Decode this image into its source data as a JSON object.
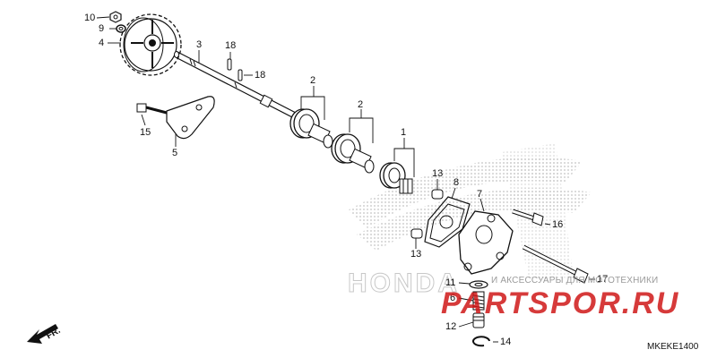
{
  "callouts": {
    "c1": "1",
    "c2a": "2",
    "c2b": "2",
    "c3": "3",
    "c4": "4",
    "c5": "5",
    "c6": "6",
    "c7": "7",
    "c8": "8",
    "c9": "9",
    "c10": "10",
    "c11": "11",
    "c12": "12",
    "c13a": "13",
    "c13b": "13",
    "c14": "14",
    "c15": "15",
    "c16": "16",
    "c17": "17",
    "c18a": "18",
    "c18b": "18"
  },
  "diagram_code": "MKEKE1400",
  "direction_label": "FR.",
  "watermark": {
    "brand_text": "HONDA",
    "shop_text": "И АКСЕССУАРЫ ДЛЯ МОТОТЕХНИКИ",
    "logo_text": "PARTSPOR.RU"
  },
  "colors": {
    "line": "#111111",
    "watermark_grey": "#bdbdbd",
    "logo_red": "#d01818"
  }
}
